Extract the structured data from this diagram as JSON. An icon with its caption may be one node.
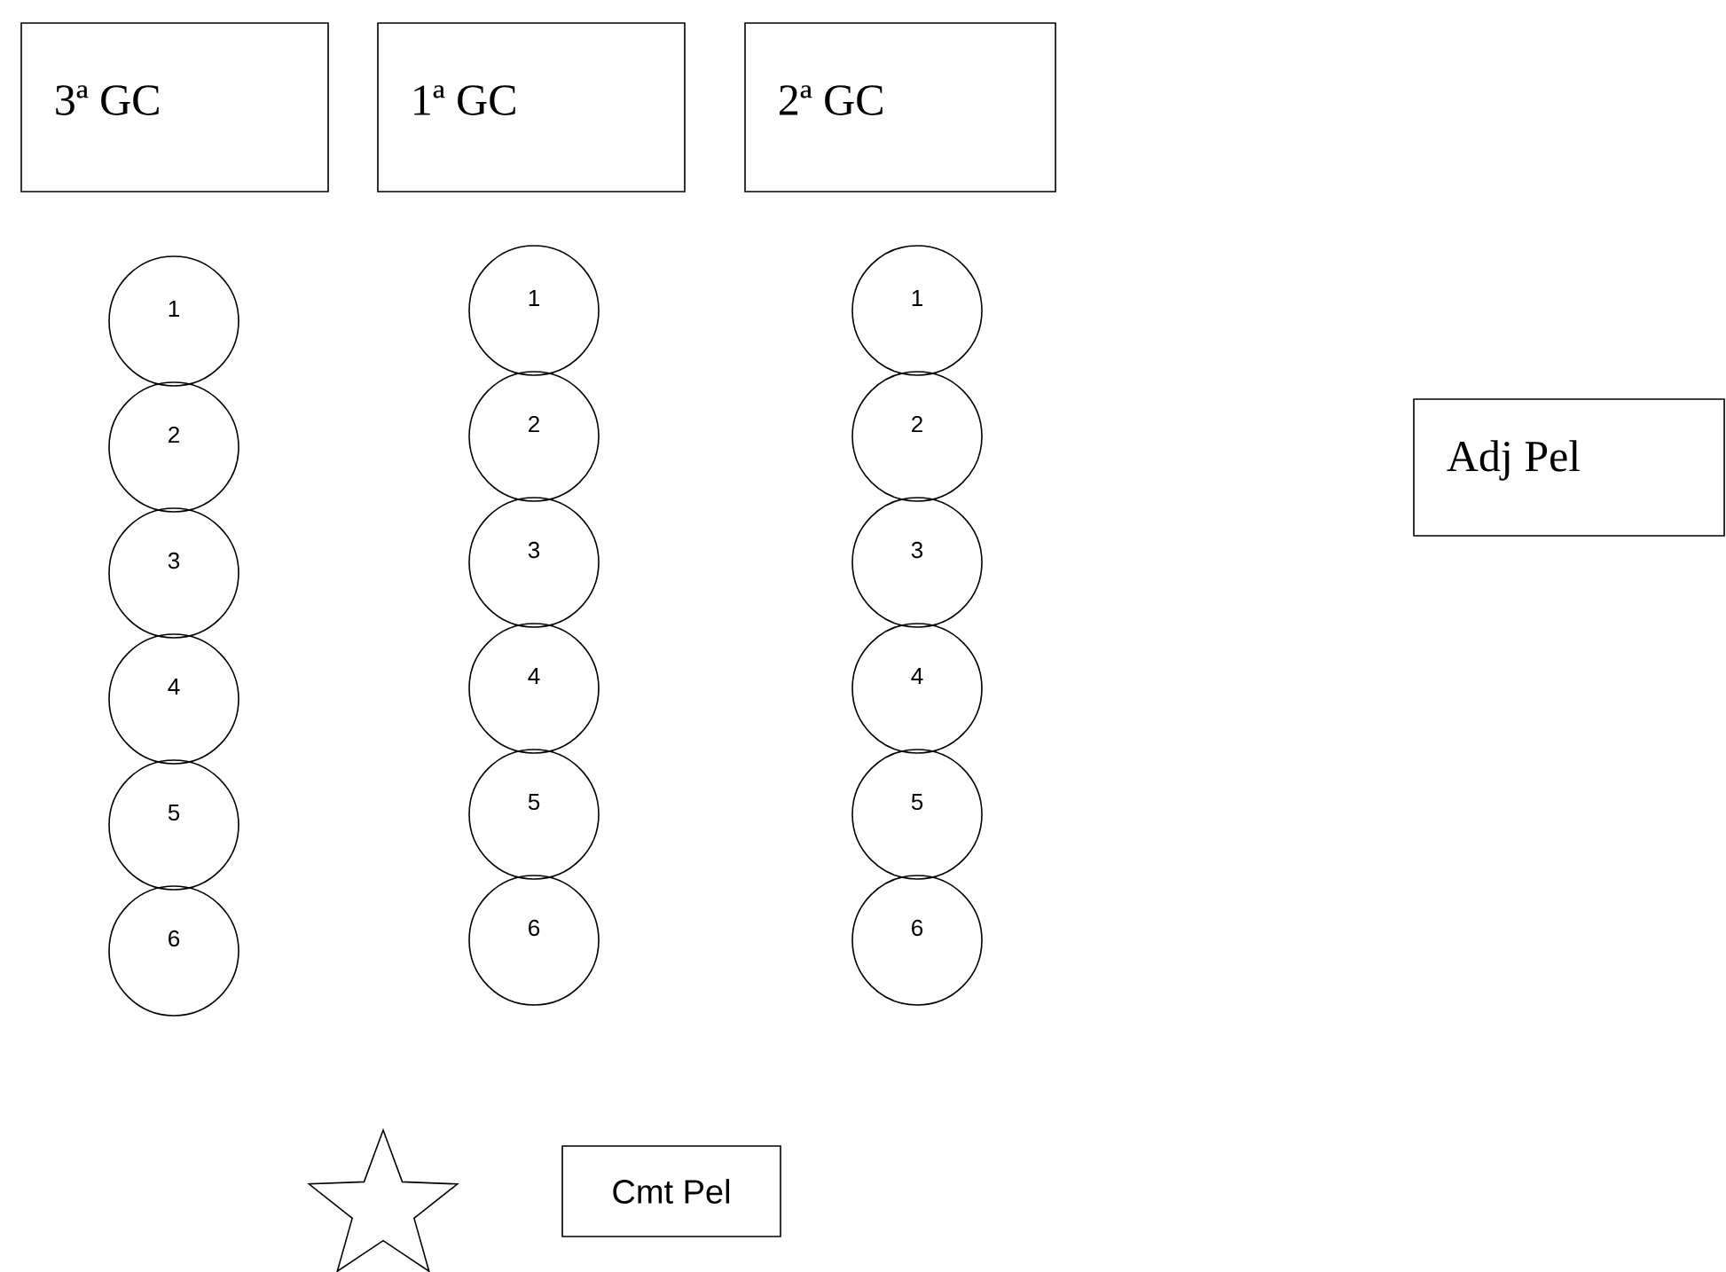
{
  "diagram": {
    "nodes": [
      {
        "text": [
          "3ª GC"
        ]
      },
      {
        "text": [
          "1ª GC"
        ]
      },
      {
        "text": [
          "2ª GC"
        ]
      },
      {
        "text": [
          "1"
        ]
      },
      {
        "text": [
          "2"
        ]
      },
      {
        "text": [
          "3"
        ]
      },
      {
        "text": [
          "4"
        ]
      },
      {
        "text": [
          "5"
        ]
      },
      {
        "text": [
          "6"
        ]
      },
      {
        "text": [
          "1"
        ]
      },
      {
        "text": [
          "2"
        ]
      },
      {
        "text": [
          "3"
        ]
      },
      {
        "text": [
          "4"
        ]
      },
      {
        "text": [
          "5"
        ]
      },
      {
        "text": [
          "6"
        ]
      },
      {
        "text": [
          "1"
        ]
      },
      {
        "text": [
          "2"
        ]
      },
      {
        "text": [
          "3"
        ]
      },
      {
        "text": [
          "4"
        ]
      },
      {
        "text": [
          "5"
        ]
      },
      {
        "text": [
          "6"
        ]
      },
      {
        "text": [
          "Adj Pel"
        ]
      },
      {
        "text": [],
        "shape": "star"
      },
      {
        "text": [
          "Cmt Pel"
        ]
      }
    ]
  }
}
